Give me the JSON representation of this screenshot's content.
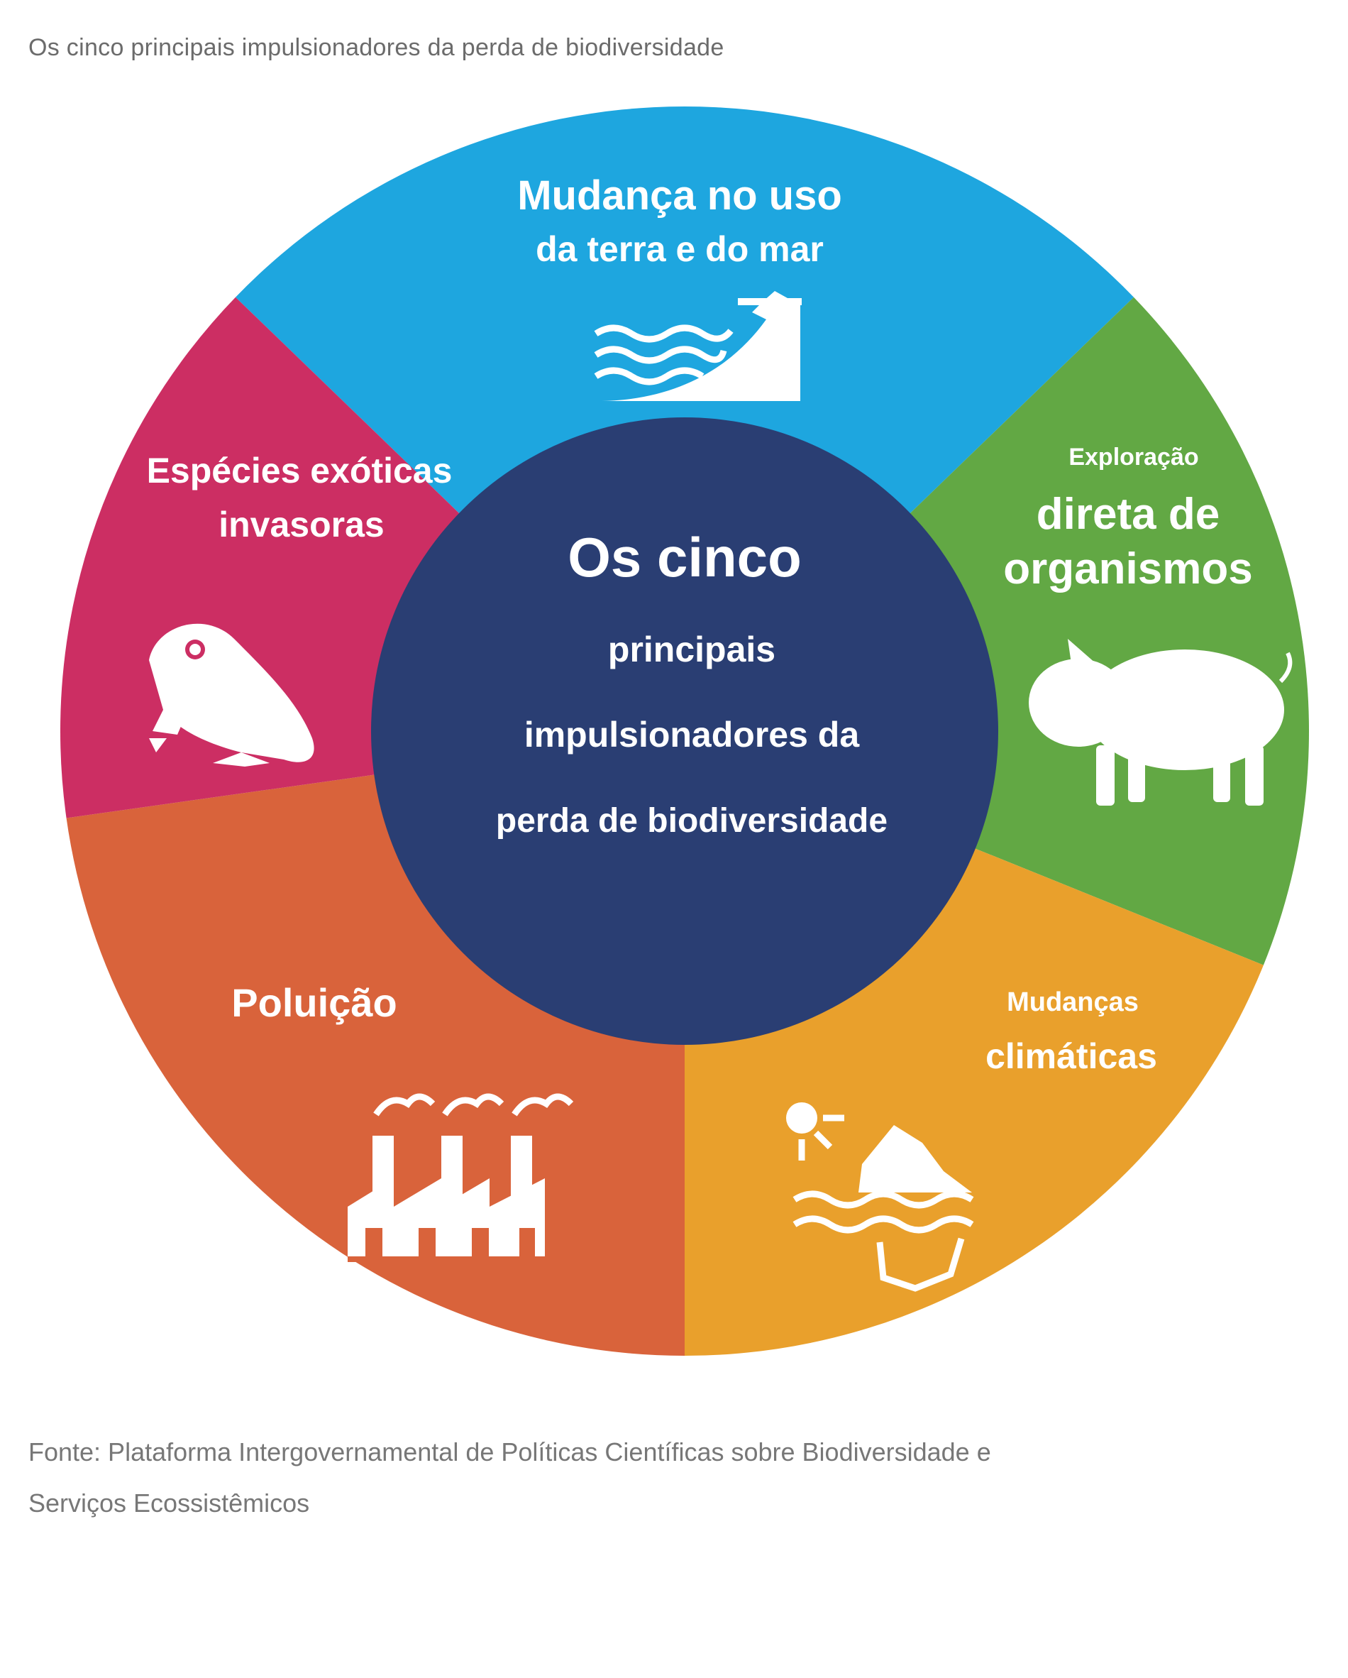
{
  "caption": "Os cinco principais impulsionadores da perda de biodiversidade",
  "center": {
    "line1": "Os cinco",
    "line2": "principais",
    "line3": "impulsionadores da",
    "line4": "perda de biodiversidade",
    "color": "#2a3e73"
  },
  "segments": [
    {
      "id": "land-sea",
      "line1": "Mudança no uso",
      "line2": "da terra e do mar",
      "color": "#1ea6df",
      "icon": "coast-icon"
    },
    {
      "id": "exploitation",
      "line1": "Exploração",
      "line2": "direta de",
      "line3": "organismos",
      "color": "#62a844",
      "icon": "pig-icon"
    },
    {
      "id": "climate",
      "line1": "Mudanças",
      "line2": "climáticas",
      "color": "#e9a02c",
      "icon": "melting-iceberg-icon"
    },
    {
      "id": "pollution",
      "line1": "Poluição",
      "color": "#d9633b",
      "icon": "factory-icon"
    },
    {
      "id": "invasive",
      "line1": "Espécies exóticas",
      "line2": "invasoras",
      "color": "#cc2e63",
      "icon": "frog-icon"
    }
  ],
  "source": {
    "line1": "Fonte: Plataforma Intergovernamental de Políticas Científicas sobre Biodiversidade e",
    "line2": "Serviços Ecossistêmicos"
  }
}
